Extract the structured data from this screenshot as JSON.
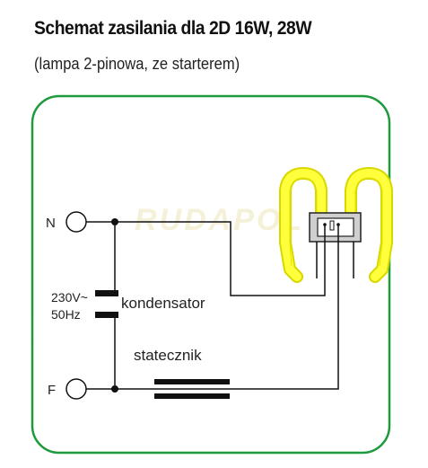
{
  "header": {
    "title": "Schemat zasilania dla 2D 16W, 28W",
    "subtitle": "(lampa 2-pinowa, ze starterem)"
  },
  "diagram": {
    "terminal_n": "N",
    "terminal_f": "F",
    "voltage": "230V~",
    "frequency": "50Hz",
    "capacitor_label": "kondensator",
    "ballast_label": "statecznik",
    "watermark": "RUDAPOL"
  },
  "colors": {
    "frame": "#1e9a3c",
    "lamp_tube": "#ffff3c",
    "lamp_outline": "#d8d800",
    "wire": "#111111"
  }
}
